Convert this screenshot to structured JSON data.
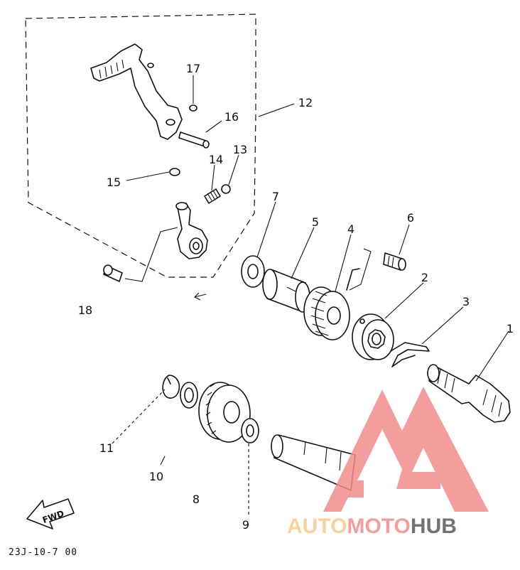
{
  "diagram": {
    "part_labels": [
      "1",
      "2",
      "3",
      "4",
      "5",
      "6",
      "7",
      "8",
      "9",
      "10",
      "11",
      "12",
      "13",
      "14",
      "15",
      "16",
      "17",
      "18"
    ],
    "direction_label": "FWD",
    "drawing_code": "23J-10-7 00"
  },
  "watermark": {
    "part1": "AUTO",
    "part2": "MOTO",
    "part3": "HUB",
    "colors": {
      "logo": "#f28c8c",
      "auto": "#f7c98a",
      "moto": "#f28c8c",
      "hub": "#5a5a5a"
    }
  }
}
